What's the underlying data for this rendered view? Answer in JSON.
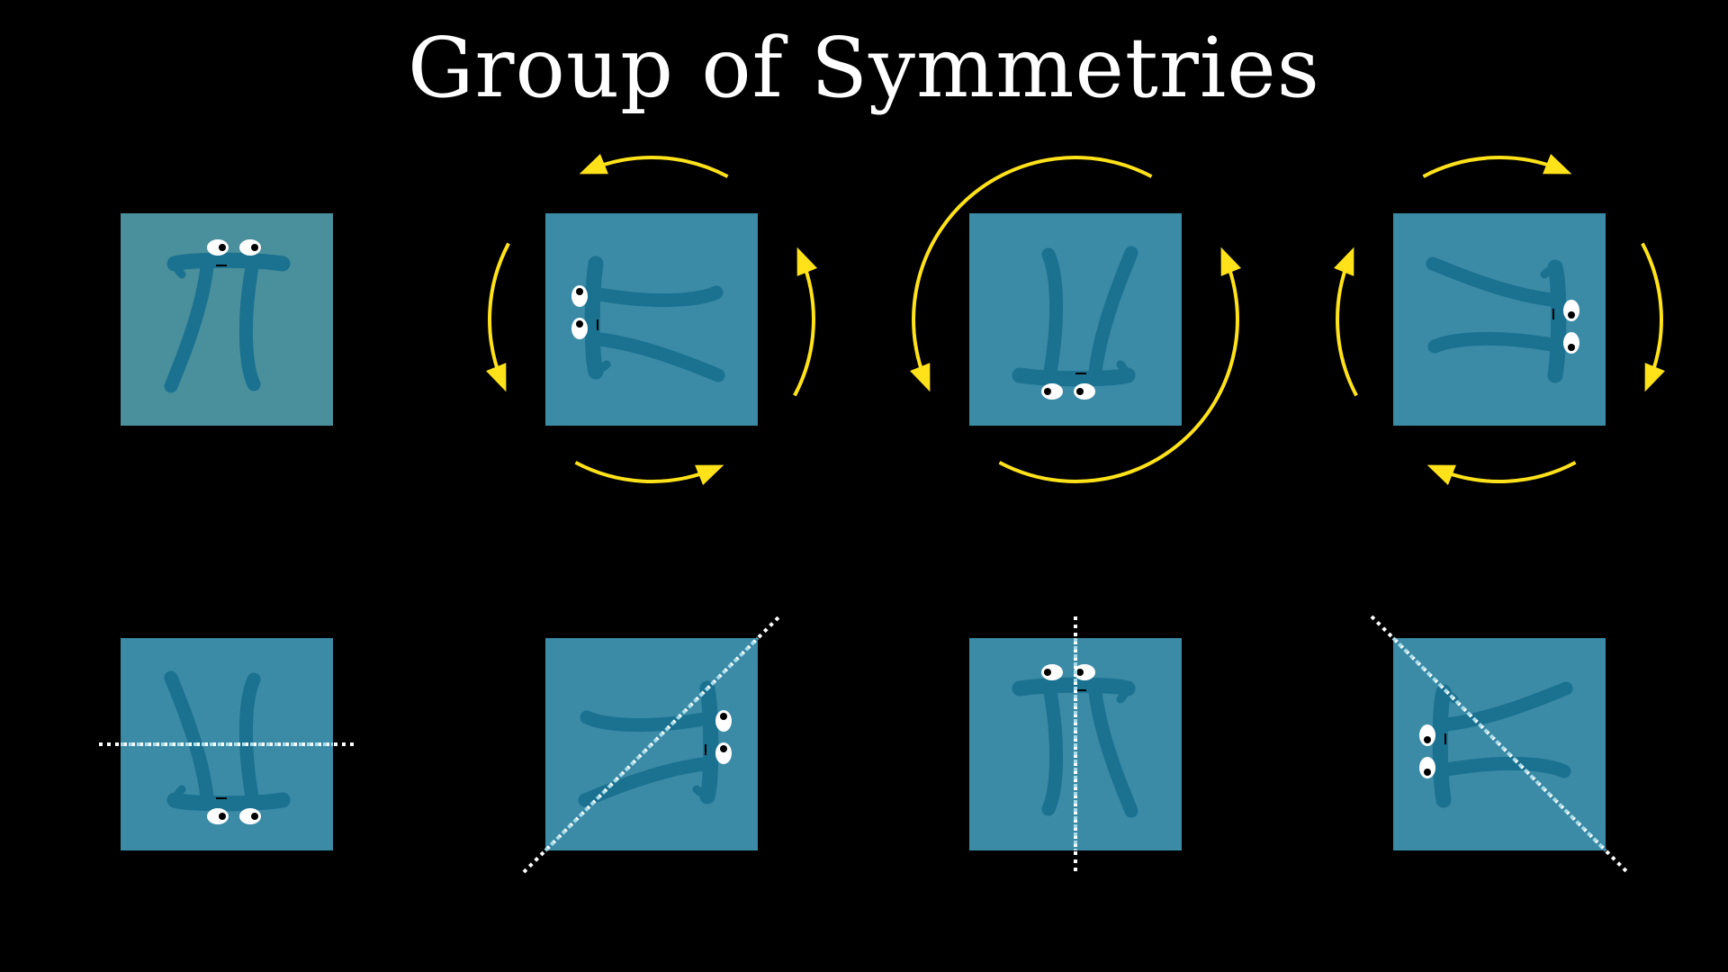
{
  "title": "Group of Symmetries",
  "colors": {
    "background": "#000000",
    "square_fill": "#3b8aa6",
    "square_fill_identity": "#4a8f9c",
    "creature_stroke": "#1a7190",
    "arrow_yellow": "#ffe21a",
    "axis_white": "#ffffff",
    "axis_light_blue": "#a9dcea",
    "eye_white": "#ffffff",
    "pupil": "#000000"
  },
  "symmetries": [
    {
      "name": "identity",
      "kind": "identity",
      "rotation_deg": 0,
      "mirror": false,
      "axis": "none"
    },
    {
      "name": "rotate-90",
      "kind": "rotation",
      "rotation_deg": -90,
      "mirror": false,
      "axis": "none",
      "arrow_direction": "counterclockwise",
      "arrow_count": 4
    },
    {
      "name": "rotate-180",
      "kind": "rotation",
      "rotation_deg": 180,
      "mirror": false,
      "axis": "none",
      "arrow_direction": "counterclockwise",
      "arrow_count": 2
    },
    {
      "name": "rotate-270",
      "kind": "rotation",
      "rotation_deg": 90,
      "mirror": false,
      "axis": "none",
      "arrow_direction": "clockwise",
      "arrow_count": 4
    },
    {
      "name": "flip-horizontal-axis",
      "kind": "reflection",
      "axis": "horizontal"
    },
    {
      "name": "flip-diagonal-ascending",
      "kind": "reflection",
      "axis": "diagonal-ascending"
    },
    {
      "name": "flip-vertical-axis",
      "kind": "reflection",
      "axis": "vertical"
    },
    {
      "name": "flip-diagonal-descending",
      "kind": "reflection",
      "axis": "diagonal-descending"
    }
  ]
}
